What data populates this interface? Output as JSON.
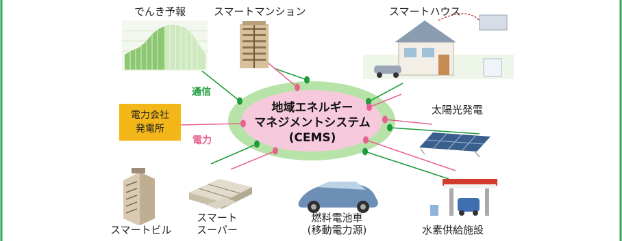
{
  "center": {
    "line1": "地域エネルギー",
    "line2": "マネジメントシステム",
    "line3": "(CEMS)"
  },
  "legend": {
    "comm": "通信",
    "power": "電力"
  },
  "nodes": {
    "forecast": "でんき予報",
    "mansion": "スマートマンション",
    "house": "スマートハウス",
    "utility_line1": "電力会社",
    "utility_line2": "発電所",
    "solar": "太陽光発電",
    "building": "スマートビル",
    "super_line1": "スマート",
    "super_line2": "スーパー",
    "fcv_line1": "燃料電池車",
    "fcv_line2": "(移動電力源)",
    "hydrogen": "水素供給施設"
  },
  "colors": {
    "frame": "#2aa75a",
    "comm": "#1e9b3a",
    "power": "#e8628f",
    "ellipse_outer": "#b8e3a8",
    "ellipse_inner": "#f7c9dc",
    "utility_box": "#f4b71a"
  }
}
